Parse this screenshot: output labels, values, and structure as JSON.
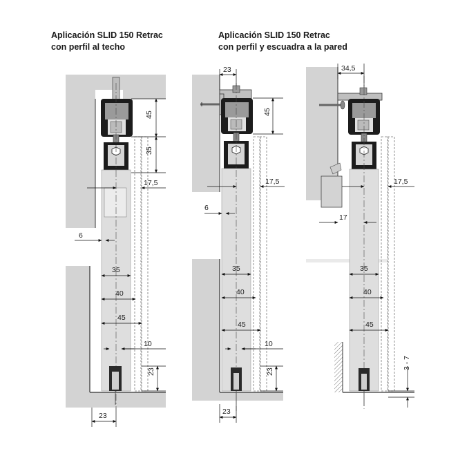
{
  "titles": {
    "left_line1": "Aplicación SLID 150 Retrac",
    "left_line2": "con perfil al techo",
    "right_line1": "Aplicación SLID 150 Retrac",
    "right_line2": "con perfil y escuadra a la pared"
  },
  "left_diagram": {
    "dim_track_height": "45",
    "dim_hanger_height": "35",
    "dim_offset_right": "17,5",
    "dim_offset_left": "6",
    "dim_panel_35": "35",
    "dim_panel_40": "40",
    "dim_panel_45": "45",
    "dim_guide_10": "10",
    "dim_guide_height_23": "23",
    "dim_guide_width_23": "23"
  },
  "middle_diagram": {
    "dim_bracket_top_23": "23",
    "dim_track_height": "45",
    "dim_offset_right": "17,5",
    "dim_offset_left": "6",
    "dim_panel_35": "35",
    "dim_panel_40": "40",
    "dim_panel_45": "45",
    "dim_guide_10": "10",
    "dim_guide_height_23": "23",
    "dim_guide_width_23": "23"
  },
  "right_diagram": {
    "dim_bracket_top": "34,5",
    "dim_offset_right": "17,5",
    "dim_wall_offset": "17",
    "dim_panel_35": "35",
    "dim_panel_40": "40",
    "dim_panel_45": "45",
    "dim_floor_gap": "3 - 7"
  }
}
